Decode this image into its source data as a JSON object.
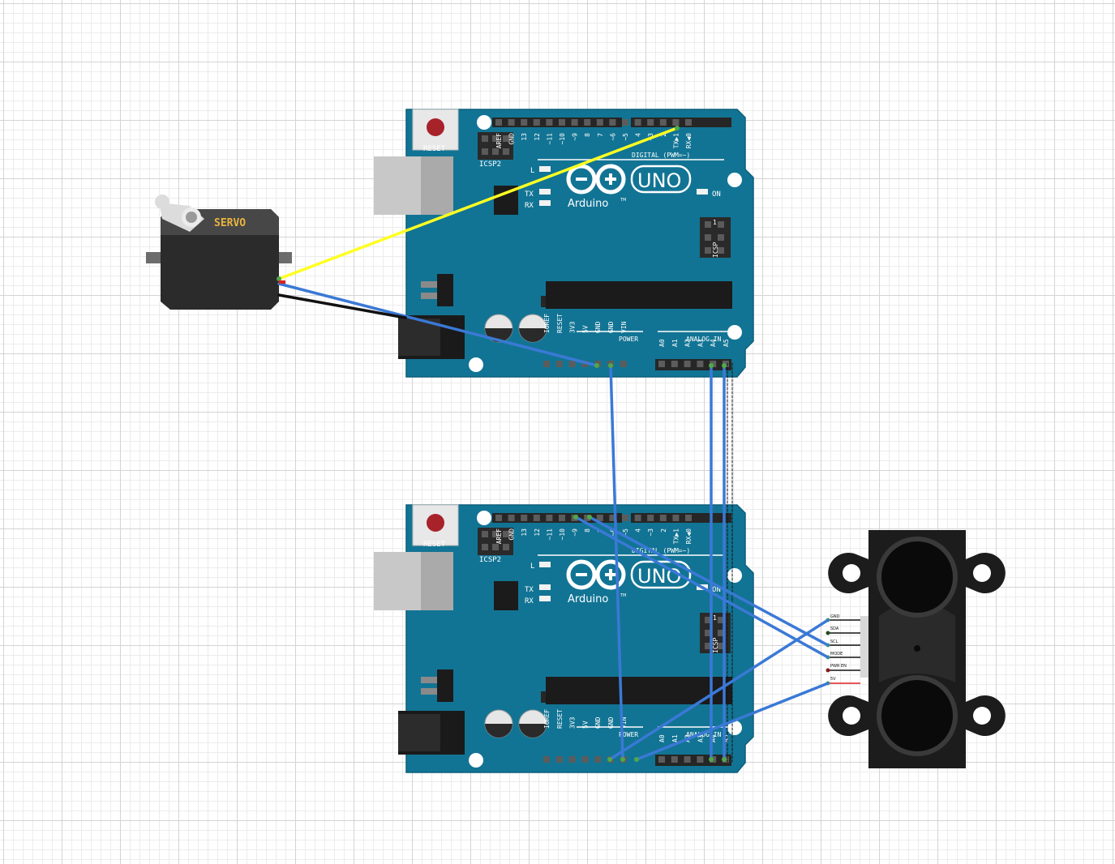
{
  "colors": {
    "board": "#127494",
    "board_edge": "#0c5f7a",
    "header": "#262626",
    "wire_blue": "#3a79d6",
    "wire_yellow": "#ffff22",
    "wire_black": "#111111",
    "pin_end": "#4fa84a",
    "servo_body": "#2b2b2b",
    "servo_label": "#e9b340",
    "lidar_body": "#1c1c1c"
  },
  "boards": [
    {
      "id": "top",
      "reset_label": "RESET",
      "icsp2_label": "ICSP2",
      "icsp_label": "ICSP",
      "uno_label": "UNO",
      "brand_label": "Arduino",
      "tm": "TM",
      "on_label": "ON",
      "l_label": "L",
      "tx_label": "TX",
      "rx_label": "RX",
      "digital_label": "DIGITAL (PWM=~)",
      "power_label": "POWER",
      "analog_label": "ANALOG IN",
      "icsp_pin1": "1",
      "digital_pins": [
        "AREF",
        "GND",
        "13",
        "12",
        "~11",
        "~10",
        "~9",
        "8",
        "7",
        "~6",
        "~5",
        "4",
        "~3",
        "2",
        "TX▶1",
        "RX◀0"
      ],
      "power_pins": [
        "IOREF",
        "RESET",
        "3V3",
        "5V",
        "GND",
        "GND",
        "VIN"
      ],
      "analog_pins": [
        "A0",
        "A1",
        "A2",
        "A3",
        "A4",
        "A5"
      ]
    },
    {
      "id": "bottom",
      "reset_label": "RESET",
      "icsp2_label": "ICSP2",
      "icsp_label": "ICSP",
      "uno_label": "UNO",
      "brand_label": "Arduino",
      "tm": "TM",
      "on_label": "ON",
      "l_label": "L",
      "tx_label": "TX",
      "rx_label": "RX",
      "digital_label": "DIGITAL (PWM=~)",
      "power_label": "POWER",
      "analog_label": "ANALOG IN",
      "icsp_pin1": "1",
      "digital_pins": [
        "AREF",
        "GND",
        "13",
        "12",
        "~11",
        "~10",
        "~9",
        "8",
        "7",
        "~6",
        "~5",
        "4",
        "~3",
        "2",
        "TX▶1",
        "RX◀0"
      ],
      "power_pins": [
        "IOREF",
        "RESET",
        "3V3",
        "5V",
        "GND",
        "GND",
        "VIN"
      ],
      "analog_pins": [
        "A0",
        "A1",
        "A2",
        "A3",
        "A4",
        "A5"
      ]
    }
  ],
  "servo": {
    "label": "SERVO"
  },
  "lidar": {
    "pins": [
      "GND",
      "SDA",
      "SCL",
      "MODE",
      "PWR EN",
      "5V"
    ]
  }
}
